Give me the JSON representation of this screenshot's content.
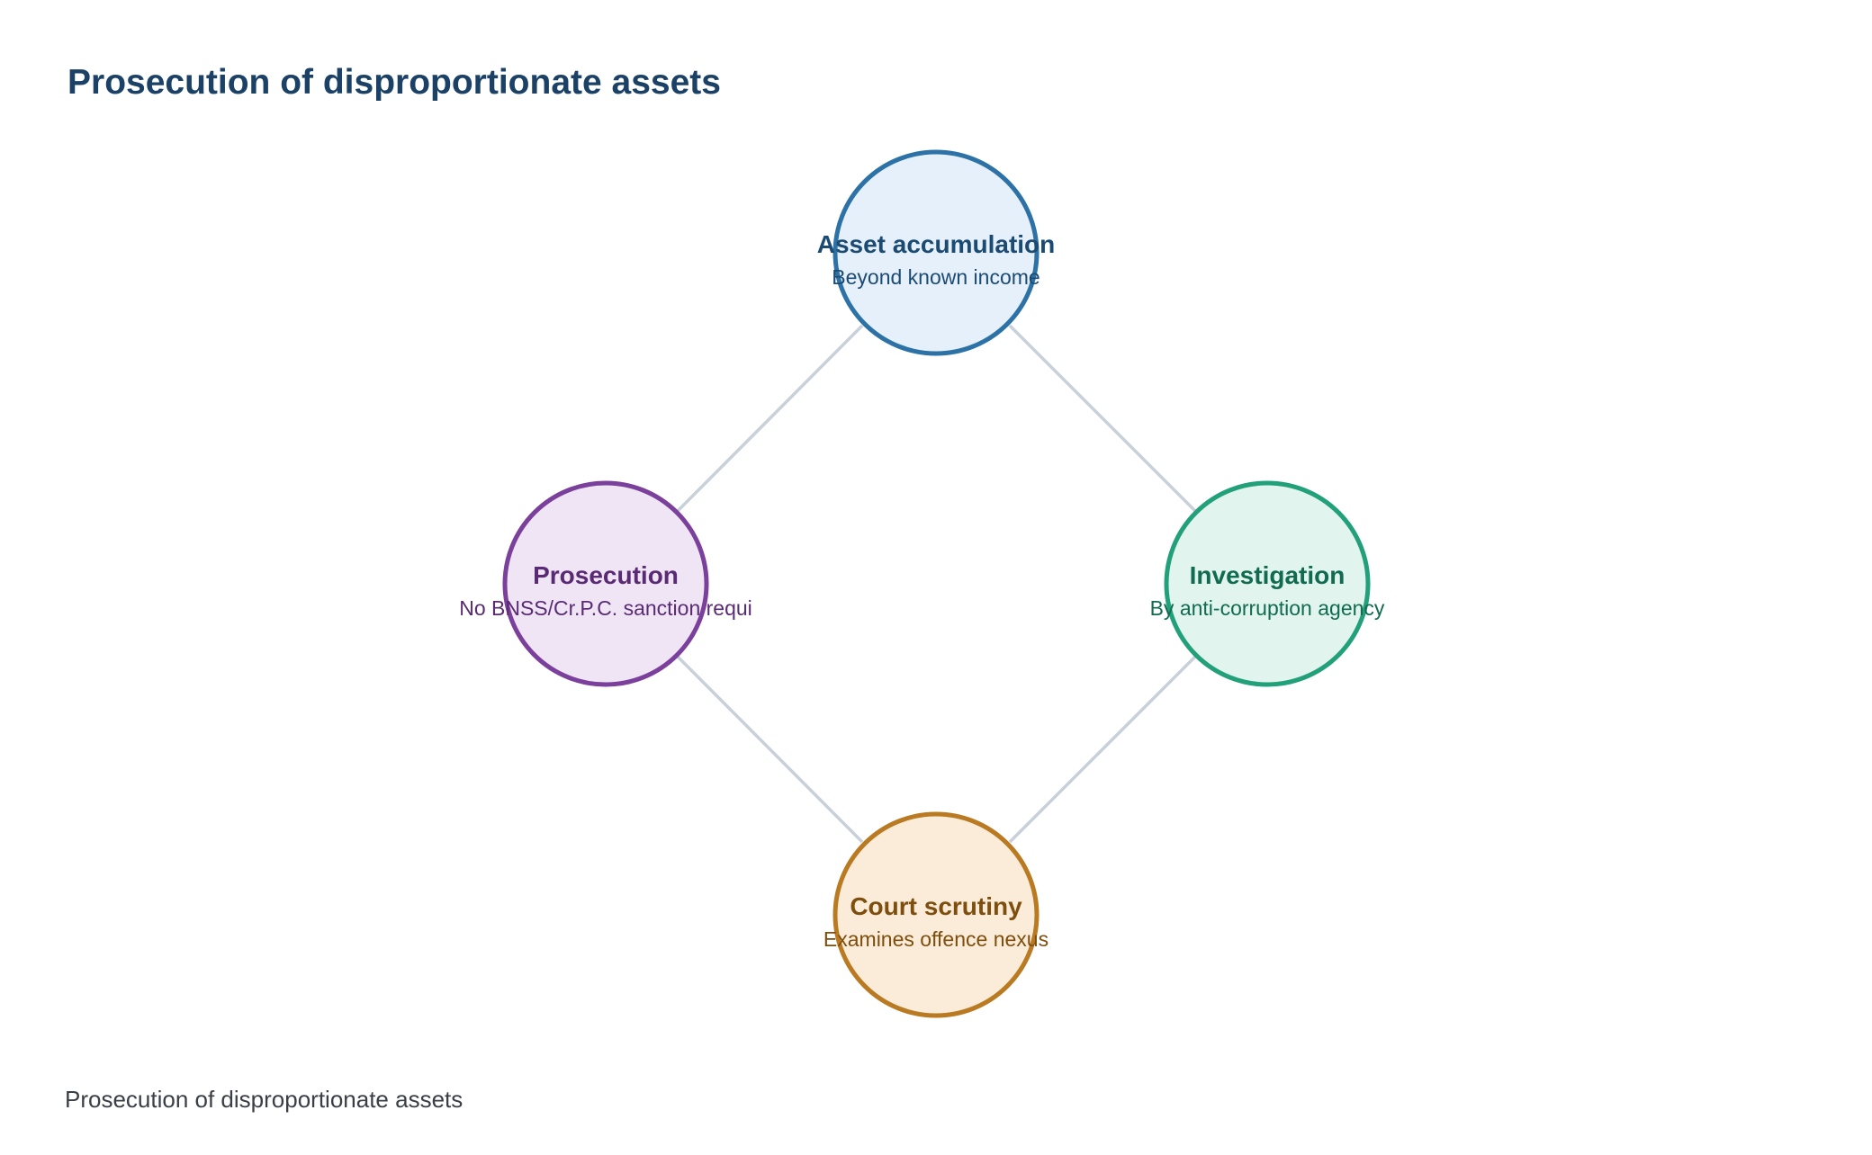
{
  "title": "Prosecution of disproportionate assets",
  "caption": "Prosecution of disproportionate assets",
  "colors": {
    "title": "#1b4266",
    "connector": "#c8d0da",
    "caption": "#3a3f47"
  },
  "nodes": [
    {
      "id": "asset-accumulation",
      "title": "Asset accumulation",
      "subtitle": "Beyond known income",
      "stroke": "#2d72a6",
      "fill": "#e6f0fa",
      "text": "#1b4b72"
    },
    {
      "id": "investigation",
      "title": "Investigation",
      "subtitle": "By anti-corruption agency",
      "stroke": "#22a07a",
      "fill": "#e1f4ed",
      "text": "#116b50"
    },
    {
      "id": "court-scrutiny",
      "title": "Court scrutiny",
      "subtitle": "Examines offence nexus",
      "stroke": "#b97a22",
      "fill": "#fbecd9",
      "text": "#7d4e0e"
    },
    {
      "id": "prosecution",
      "title": "Prosecution",
      "subtitle": "No BNSS/Cr.P.C. sanction requi",
      "stroke": "#7b3f9c",
      "fill": "#efe5f5",
      "text": "#5a2a74"
    }
  ]
}
